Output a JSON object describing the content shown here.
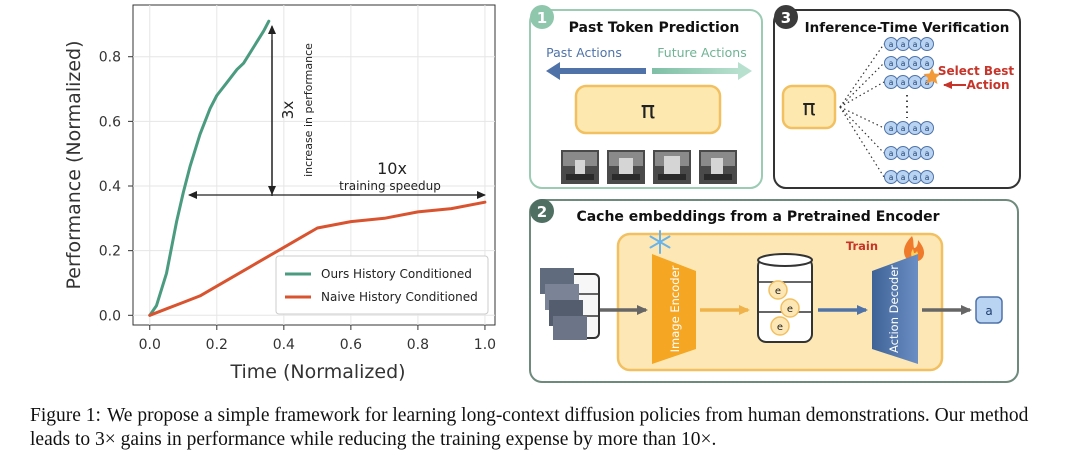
{
  "chart_data": {
    "type": "line",
    "xlabel": "Time (Normalized)",
    "ylabel": "Performance (Normalized)",
    "xlim": [
      -0.05,
      1.03
    ],
    "ylim": [
      -0.03,
      0.96
    ],
    "xticks": [
      "0.0",
      "0.2",
      "0.4",
      "0.6",
      "0.8",
      "1.0"
    ],
    "yticks": [
      "0.0",
      "0.2",
      "0.4",
      "0.6",
      "0.8"
    ],
    "grid": true,
    "legend": "lower-right",
    "series": [
      {
        "name": "Ours History Conditioned",
        "color": "#4a9b7f",
        "x": [
          0.0,
          0.02,
          0.05,
          0.08,
          0.1,
          0.12,
          0.15,
          0.18,
          0.2,
          0.23,
          0.26,
          0.28,
          0.31,
          0.34,
          0.355
        ],
        "y": [
          0.0,
          0.03,
          0.13,
          0.29,
          0.38,
          0.46,
          0.56,
          0.64,
          0.68,
          0.72,
          0.76,
          0.78,
          0.83,
          0.88,
          0.91
        ]
      },
      {
        "name": "Naive History Conditioned",
        "color": "#d9532f",
        "x": [
          0.0,
          0.05,
          0.1,
          0.15,
          0.2,
          0.3,
          0.4,
          0.45,
          0.5,
          0.6,
          0.7,
          0.8,
          0.9,
          1.0
        ],
        "y": [
          0.0,
          0.02,
          0.04,
          0.06,
          0.09,
          0.15,
          0.21,
          0.24,
          0.27,
          0.29,
          0.3,
          0.32,
          0.33,
          0.35
        ]
      }
    ],
    "annotations": {
      "perf_big": "3x",
      "perf_small": "increase in performance",
      "speed_big": "10x",
      "speed_small": "training speedup"
    }
  },
  "panel1": {
    "badge": "1",
    "title": "Past Token Prediction",
    "past_label": "Past Actions",
    "future_label": "Future Actions",
    "policy_symbol": "π"
  },
  "panel3": {
    "badge": "3",
    "title": "Inference-Time Verification",
    "policy_symbol": "π",
    "token_label": "a",
    "select_line1": "Select Best",
    "select_line2": "Action"
  },
  "panel2": {
    "badge": "2",
    "title": "Cache embeddings from a Pretrained Encoder",
    "train_label": "Train",
    "image_encoder_label": "Image Encoder",
    "action_decoder_label": "Action Decoder",
    "embedding_label": "e",
    "output_label": "a"
  },
  "caption": {
    "label": "Figure 1:",
    "text": "We propose a simple framework for learning long-context diffusion policies from human demonstrations. Our method leads to 3× gains in performance while reducing the training expense by more than 10×."
  }
}
